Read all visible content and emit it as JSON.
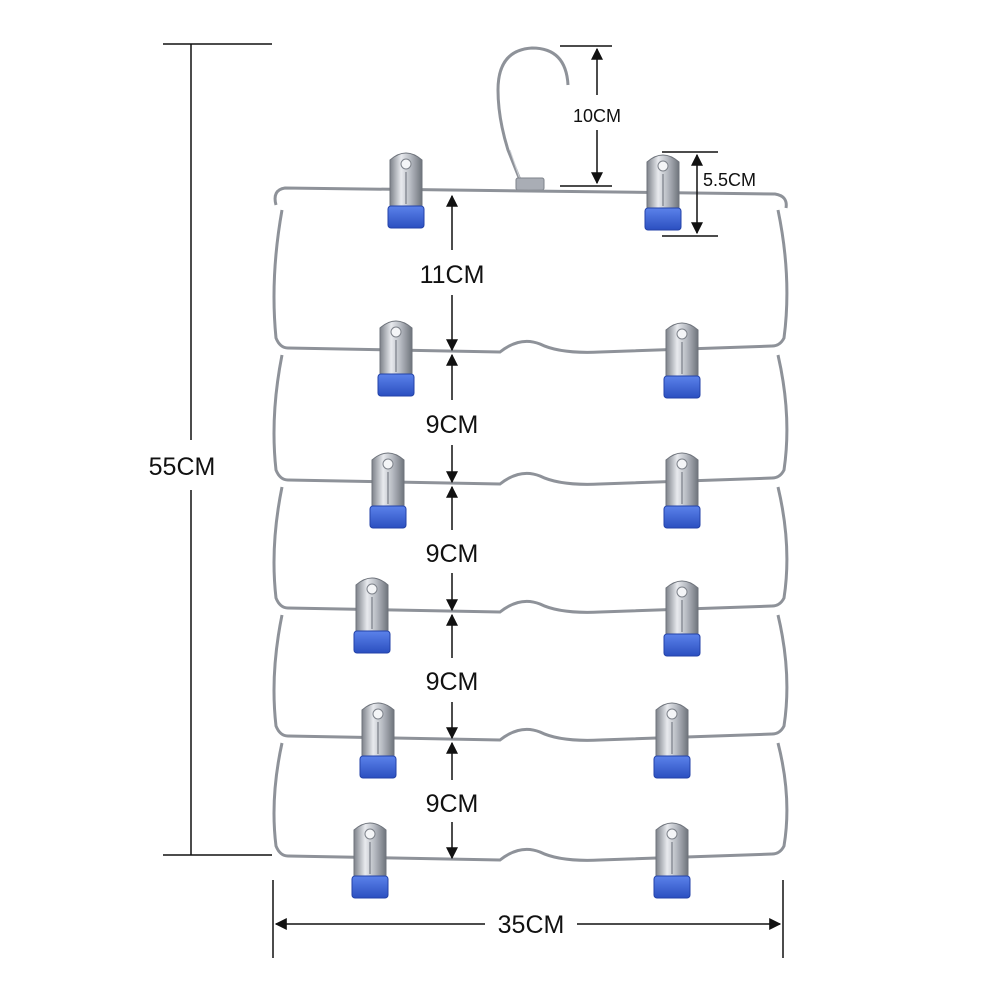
{
  "product": {
    "description_labels": {
      "total_height": "55CM",
      "total_width": "35CM",
      "hook_height": "10CM",
      "clip_height": "5.5CM",
      "top_gap": "11CM",
      "gap_2": "9CM",
      "gap_3": "9CM",
      "gap_4": "9CM",
      "gap_5": "9CM"
    },
    "tiers": 6,
    "clips_per_tier": 2
  },
  "colors": {
    "background": "#ffffff",
    "dimension_lines": "#111111",
    "wire": "#8e9299",
    "clip_metal": "#a9adb5",
    "clip_pad": "#3a63d6"
  }
}
